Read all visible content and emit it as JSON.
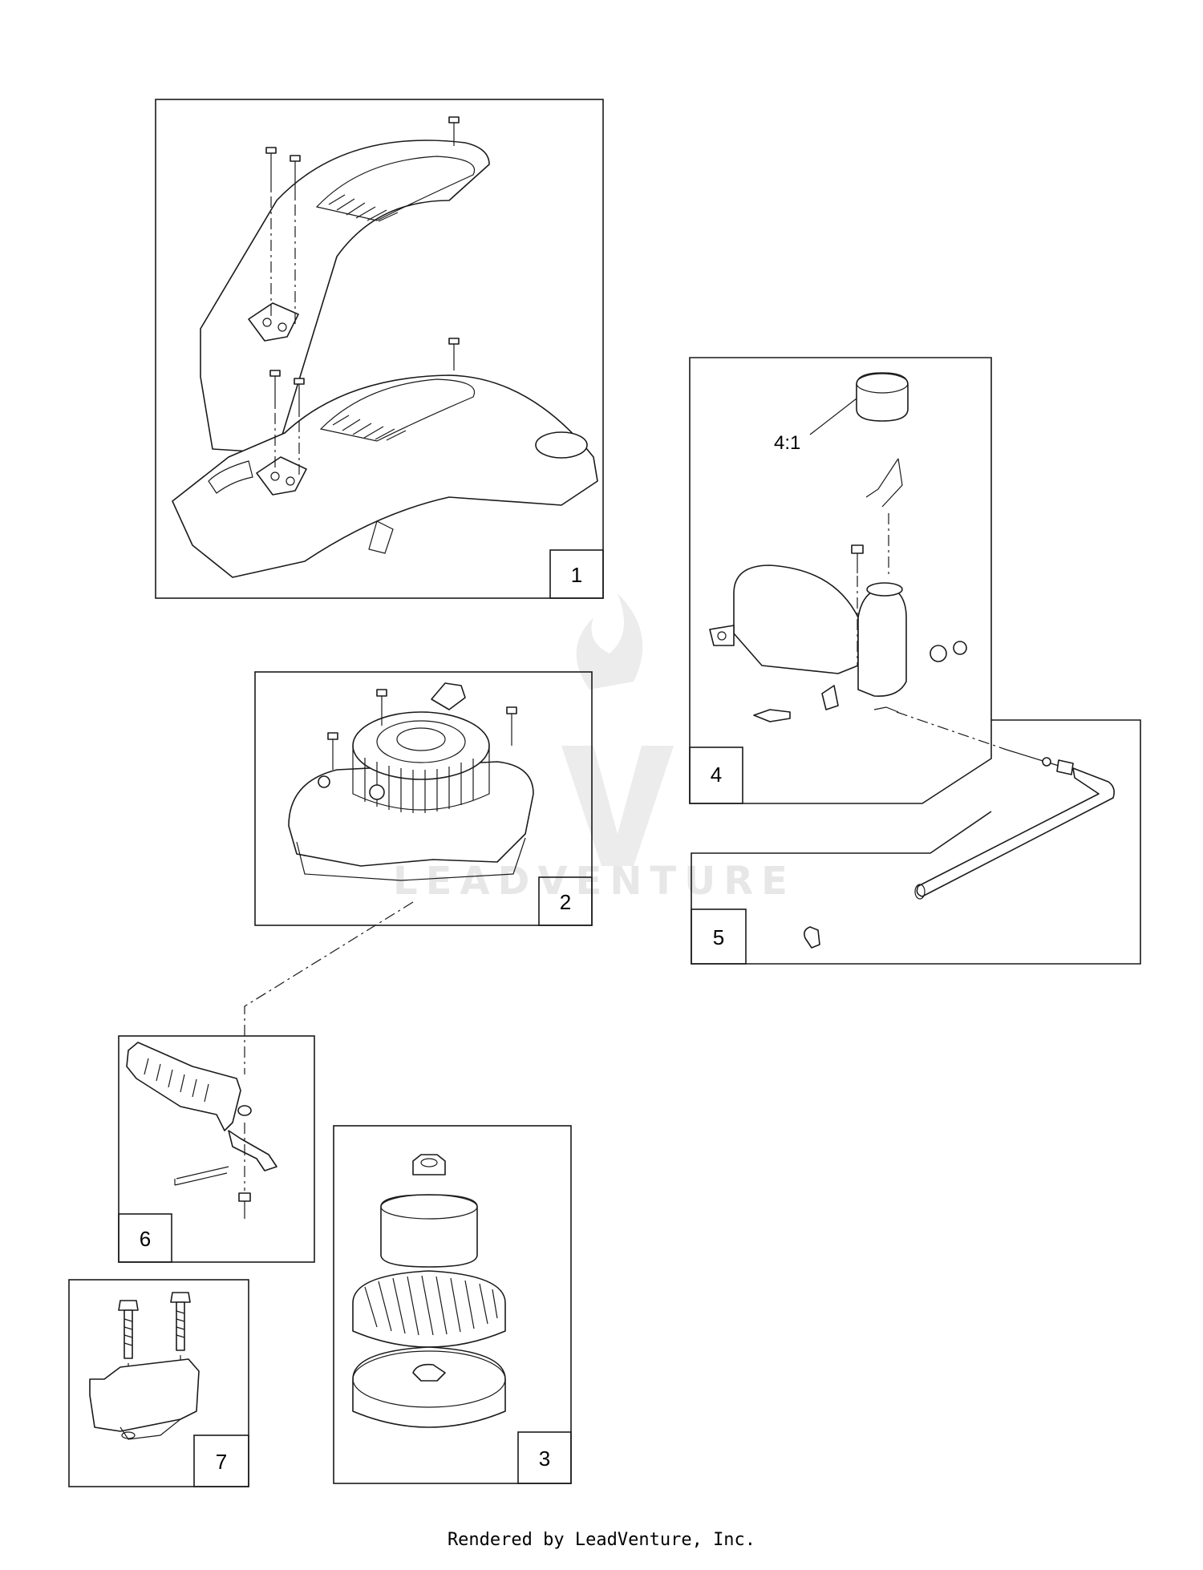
{
  "watermark": "LEADVENTURE",
  "footer": "Rendered by LeadVenture, Inc.",
  "callouts": {
    "fuel_cap": "4:1"
  },
  "panels": [
    {
      "id": "1",
      "label": "1",
      "content": "blower housing covers"
    },
    {
      "id": "2",
      "label": "2",
      "content": "rewind starter"
    },
    {
      "id": "3",
      "label": "3",
      "content": "flywheel"
    },
    {
      "id": "4",
      "label": "4",
      "content": "fuel tank"
    },
    {
      "id": "5",
      "label": "5",
      "content": "fuel line"
    },
    {
      "id": "6",
      "label": "6",
      "content": "control lever"
    },
    {
      "id": "7",
      "label": "7",
      "content": "bracket"
    }
  ]
}
